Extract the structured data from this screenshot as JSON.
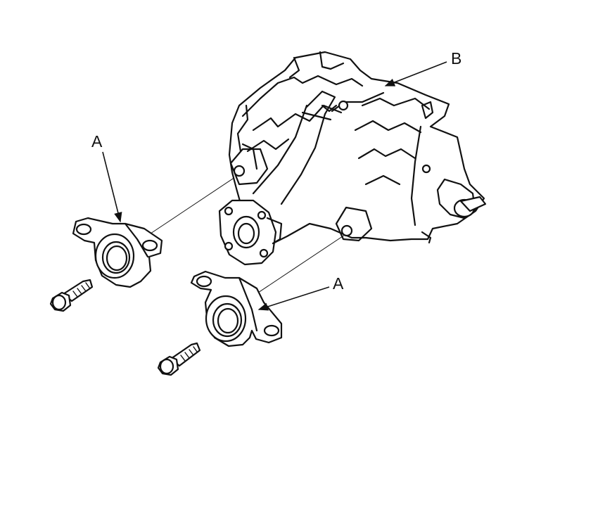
{
  "labels": {
    "bushing_left": "A",
    "bushing_right": "A",
    "differential_case": "B"
  },
  "colors": {
    "line": "#111111",
    "background": "#ffffff"
  }
}
